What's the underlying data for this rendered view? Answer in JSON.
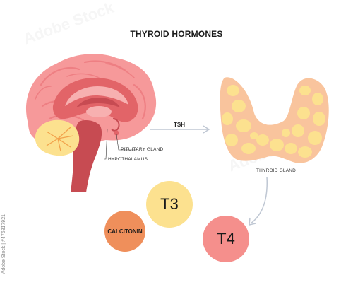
{
  "title": "THYROID HORMONES",
  "labels": {
    "pituitary": "PITUITARY GLAND",
    "hypothalamus": "HYPOTHALAMUS",
    "tsh": "TSH",
    "thyroid": "THYROID GLAND"
  },
  "hormones": {
    "t3": "T3",
    "t4": "T4",
    "calcitonin": "CALCITONIN"
  },
  "stock_id": "Adobe Stock | #476317921",
  "watermark": "Adobe Stock",
  "colors": {
    "brain": "#f6999a",
    "brain_dark": "#c74b52",
    "cerebellum": "#fce18f",
    "thyroid_tissue": "#f9c49d",
    "thyroid_follicle": "#fce18f",
    "arrow": "#bfc7d3",
    "t3": "#fce18f",
    "t4": "#f58f8c",
    "calcitonin": "#ef8f5b"
  }
}
